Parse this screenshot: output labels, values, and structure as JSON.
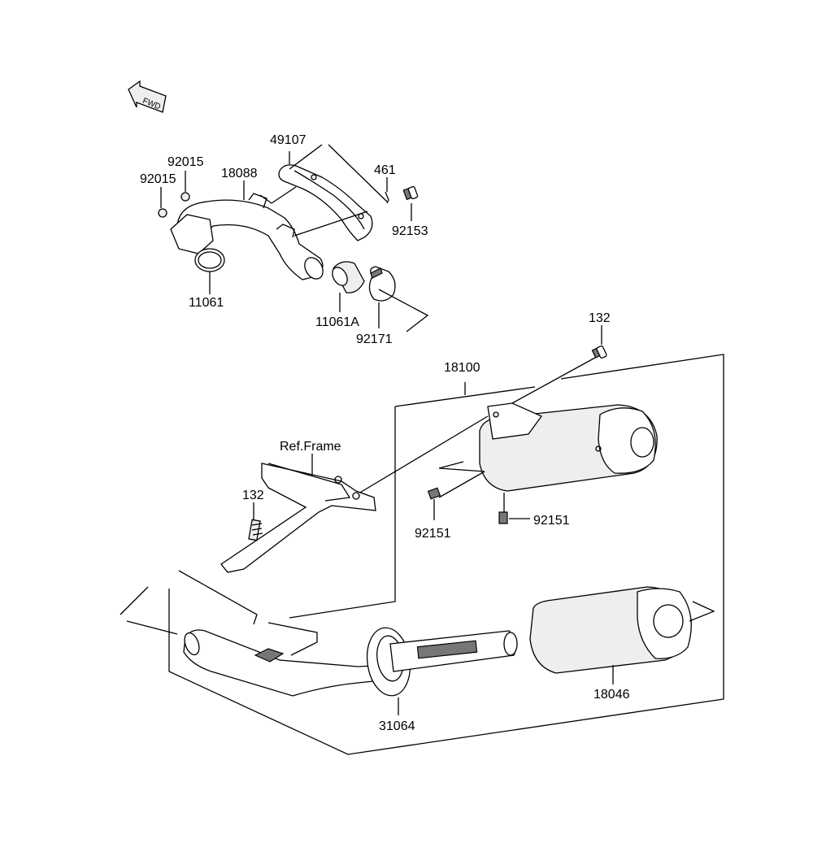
{
  "diagram": {
    "fwd_badge": "FWD",
    "ref_frame": "Ref.Frame",
    "parts": {
      "p49107": "49107",
      "p461": "461",
      "p92015_upper": "92015",
      "p92015_lower": "92015",
      "p18088": "18088",
      "p92153": "92153",
      "p11061": "11061",
      "p11061A": "11061A",
      "p92171": "92171",
      "p132_upper": "132",
      "p18100": "18100",
      "p132_lower": "132",
      "p92151_left": "92151",
      "p92151_right": "92151",
      "p31064": "31064",
      "p18046": "18046"
    }
  }
}
